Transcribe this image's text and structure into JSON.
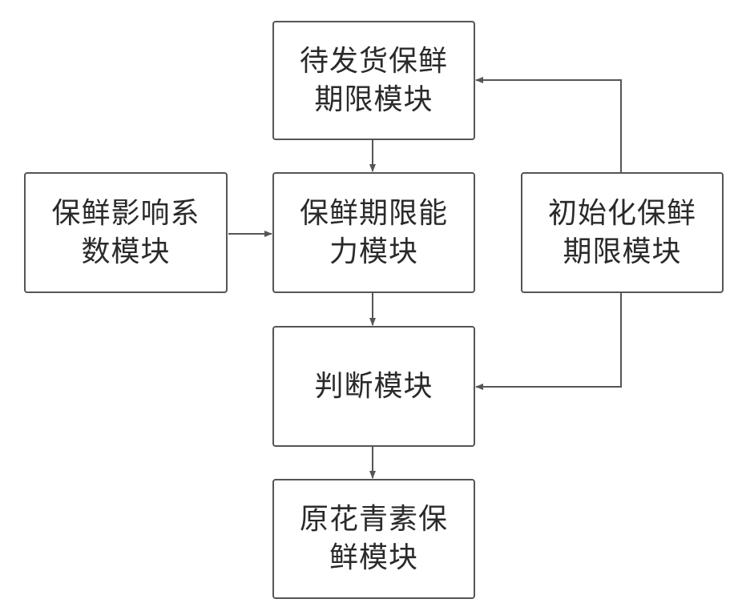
{
  "modules": {
    "pending_shipment": [
      "待发货保鲜",
      "期限模块"
    ],
    "influence_coefficient": [
      "保鲜影响系",
      "数模块"
    ],
    "freshness_capability": [
      "保鲜期限能",
      "力模块"
    ],
    "initialize_freshness": [
      "初始化保鲜",
      "期限模块"
    ],
    "judgment": [
      "判断模块"
    ],
    "anthocyanin_preservation": [
      "原花青素保",
      "鲜模块"
    ]
  },
  "colors": {
    "border": "#555555",
    "arrow": "#555555",
    "text": "#2a2a2a"
  }
}
